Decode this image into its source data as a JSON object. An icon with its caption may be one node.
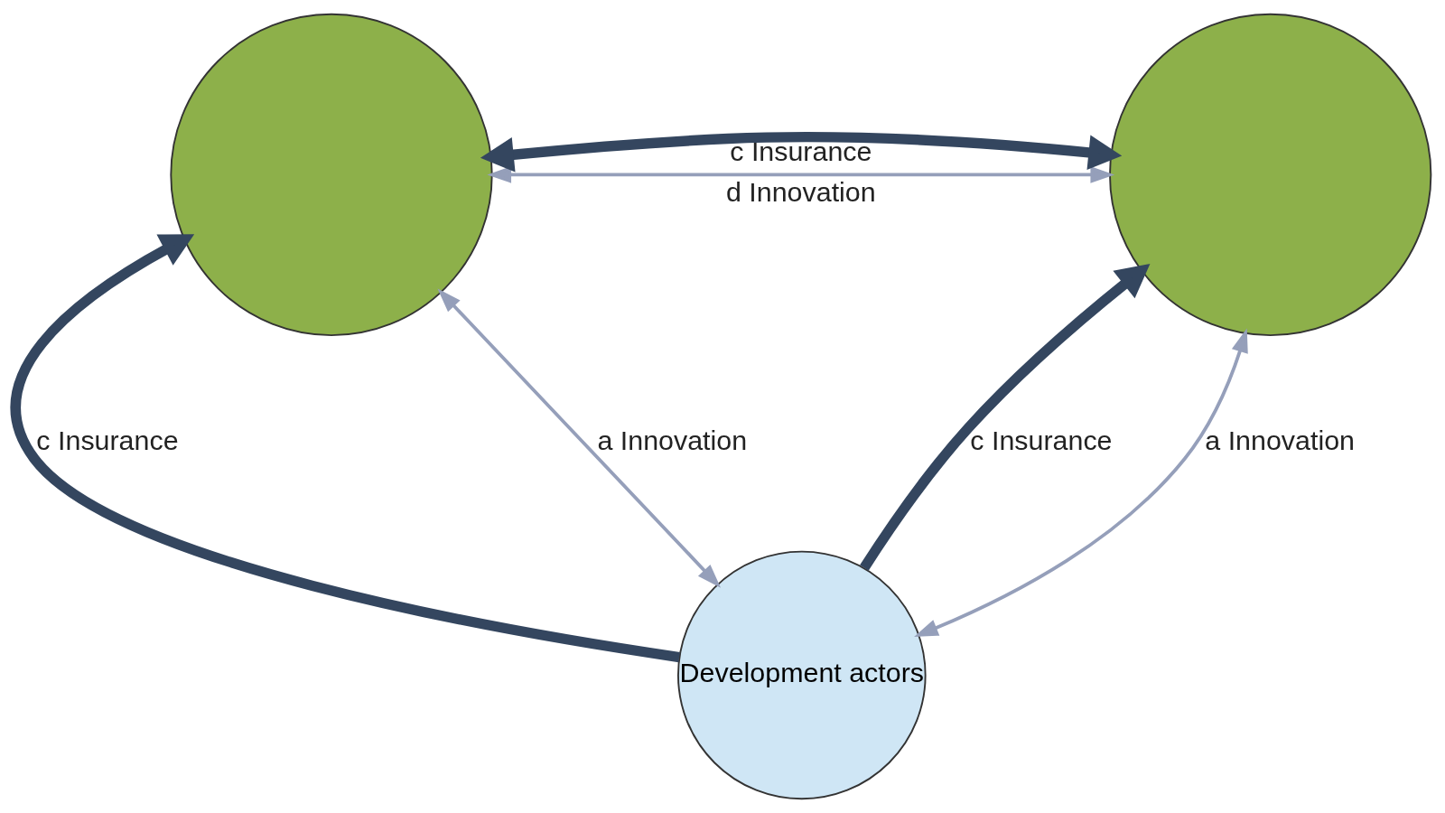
{
  "diagram": {
    "nodes": [
      {
        "text": [],
        "shape": "picture"
      },
      {
        "text": [],
        "shape": "picture"
      },
      {
        "text": [
          "Development actors"
        ]
      }
    ],
    "edges": [
      {
        "from": 0,
        "to": 1,
        "arrow": "both",
        "label": "d Innovation",
        "color": "#959fba"
      },
      {
        "from": 0,
        "to": 1,
        "arrow": "both",
        "label": "c Insurance",
        "style": "thick",
        "color": "#34465f"
      },
      {
        "from": 2,
        "to": 0,
        "arrow": "to",
        "label": "c Insurance",
        "style": "thick",
        "color": "#34465f"
      },
      {
        "from": 2,
        "to": 0,
        "arrow": "both",
        "label": "a Innovation",
        "color": "#959fba"
      },
      {
        "from": 2,
        "to": 1,
        "arrow": "to",
        "label": "c Insurance",
        "style": "thick",
        "color": "#34465f"
      },
      {
        "from": 2,
        "to": 1,
        "arrow": "both",
        "label": "a Innovation",
        "color": "#959fba"
      }
    ]
  }
}
